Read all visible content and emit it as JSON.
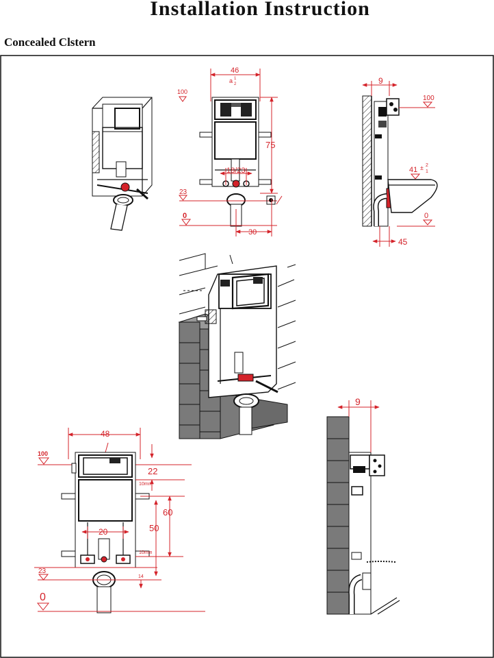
{
  "header": {
    "title": "Installation Instruction",
    "subtitle": "Concealed Clstern"
  },
  "colors": {
    "dimension": "#d4232a",
    "line": "#111111",
    "wall": "#7a7a7a"
  },
  "front_view": {
    "width_dim": "46",
    "tolerance_a": "a",
    "tolerance_sup": "1",
    "tolerance_sub": "2",
    "height_dim": "75",
    "inlet_dim": "18/23",
    "level_100": "100",
    "level_23": "23",
    "level_0": "0",
    "offset_dim": "30"
  },
  "side_view": {
    "depth_dim": "9",
    "level_100": "100",
    "bowl_dim": "41",
    "bowl_tol_sup": "2",
    "bowl_tol_sub": "1",
    "level_0": "0",
    "spacing_dim": "45"
  },
  "lower_front_view": {
    "width_dim": "48",
    "level_100": "100",
    "dim_22": "22",
    "dim_60": "60",
    "dim_50": "50",
    "dim_20": "20",
    "dim_14": "14",
    "level_23": "23",
    "level_0": "0",
    "small_10mm_top": "10mm",
    "small_10mm_bottom": "10mm"
  },
  "lower_side_view": {
    "depth_dim": "9"
  }
}
